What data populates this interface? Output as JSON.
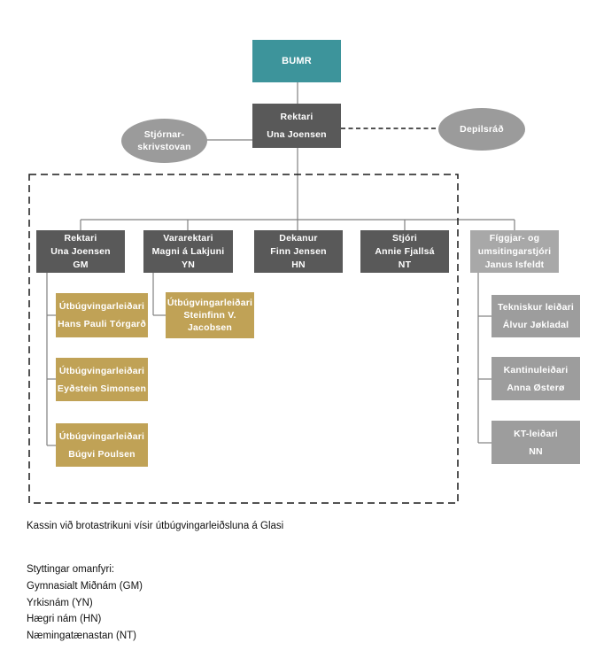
{
  "colors": {
    "teal": "#3d949b",
    "dark_gray": "#595959",
    "light_gray": "#a8a8a8",
    "mid_gray": "#9d9d9d",
    "ellipse_gray": "#9b9b9b",
    "gold": "#c0a256",
    "connector_gray": "#808080",
    "dashed_black": "#1a1a1a"
  },
  "org": {
    "bumr": {
      "label": "BUMR"
    },
    "rektari_top": {
      "lines": [
        "Rektari",
        "Una Joensen"
      ]
    },
    "stjornarskrivstovan": {
      "lines": [
        "Stjórnar-",
        "skrivstovan"
      ]
    },
    "depilsrad": {
      "label": "Depilsráð"
    },
    "row": [
      {
        "lines": [
          "Rektari",
          "Una Joensen",
          "GM"
        ]
      },
      {
        "lines": [
          "Vararektari",
          "Magni á Lakjuni",
          "YN"
        ]
      },
      {
        "lines": [
          "Dekanur",
          "Finn Jensen",
          "HN"
        ]
      },
      {
        "lines": [
          "Stjóri",
          "Annie Fjallsá",
          "NT"
        ]
      },
      {
        "lines": [
          "Fíggjar- og",
          "umsitingarstjóri",
          "Janus Isfeldt"
        ]
      }
    ],
    "col1": [
      {
        "lines": [
          "Útbúgvingarleiðari",
          "Hans Pauli Tórgarð"
        ]
      },
      {
        "lines": [
          "Útbúgvingarleiðari",
          "Eyðstein Simonsen"
        ]
      },
      {
        "lines": [
          "Útbúgvingarleiðari",
          "Búgvi Poulsen"
        ]
      }
    ],
    "col2": [
      {
        "lines": [
          "Útbúgvingarleiðari",
          "Steinfinn V.",
          "Jacobsen"
        ]
      }
    ],
    "colr": [
      {
        "lines": [
          "Tekniskur leiðari",
          "Álvur Jøkladal"
        ]
      },
      {
        "lines": [
          "Kantinuleiðari",
          "Anna Østerø"
        ]
      },
      {
        "lines": [
          "KT-leiðari",
          "NN"
        ]
      }
    ]
  },
  "notes": {
    "caption": "Kassin við brotastrikuni vísir útbúgvingarleiðsluna á Glasi",
    "abbr_title": "Styttingar omanfyri:",
    "abbr": [
      "Gymnasialt Miðnám (GM)",
      "Yrkisnám (YN)",
      "Hægri nám (HN)",
      "Næmingatænastan (NT)"
    ]
  }
}
